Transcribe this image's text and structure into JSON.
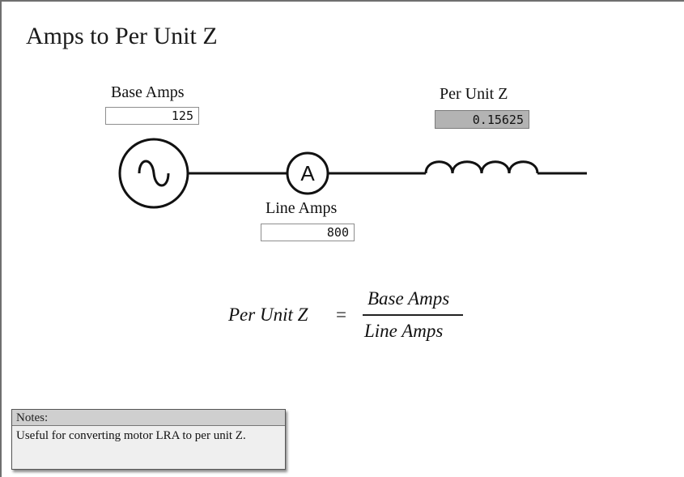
{
  "title": "Amps to Per Unit Z",
  "base_amps": {
    "label": "Base Amps",
    "value": "125"
  },
  "per_unit_z": {
    "label": "Per Unit Z",
    "value": "0.15625"
  },
  "line_amps": {
    "label": "Line Amps",
    "value": "800"
  },
  "ammeter": {
    "symbol": "A"
  },
  "formula": {
    "lhs": "Per Unit Z",
    "equals": "=",
    "numerator": "Base Amps",
    "denominator": "Line Amps"
  },
  "notes": {
    "header": "Notes:",
    "body": "Useful for converting motor LRA to per unit Z."
  },
  "colors": {
    "result_field": "#b3b3b3",
    "notes_header": "#cfcfcf"
  }
}
